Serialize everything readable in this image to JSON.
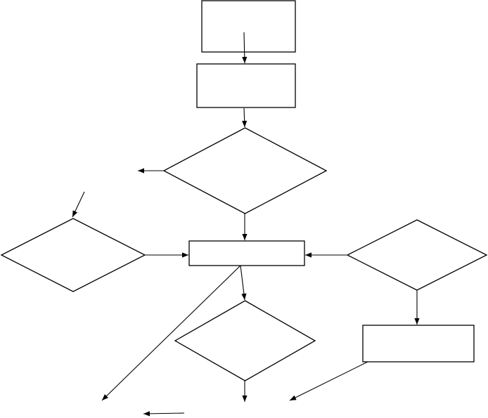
{
  "diagram": {
    "colors": {
      "stroke": "#000000",
      "fill": "#ffffff",
      "background": "#ffffff"
    },
    "nodes": [
      {
        "id": "box-top",
        "shape": "rectangle",
        "text": ""
      },
      {
        "id": "box-second",
        "shape": "rectangle",
        "text": ""
      },
      {
        "id": "decision-top",
        "shape": "diamond",
        "text": ""
      },
      {
        "id": "decision-left",
        "shape": "diamond",
        "text": ""
      },
      {
        "id": "box-center",
        "shape": "rectangle",
        "text": ""
      },
      {
        "id": "decision-right",
        "shape": "diamond",
        "text": ""
      },
      {
        "id": "decision-bottom",
        "shape": "diamond",
        "text": ""
      },
      {
        "id": "box-right-lower",
        "shape": "rectangle",
        "text": ""
      }
    ],
    "edges": [
      {
        "id": "edge-inside-top-box",
        "from": "box-top",
        "to": "box-second"
      },
      {
        "id": "edge-second-to-decision-top",
        "from": "box-second",
        "to": "decision-top"
      },
      {
        "id": "edge-decision-top-to-left-exit",
        "from": "decision-top",
        "to": ""
      },
      {
        "id": "edge-decision-top-to-center",
        "from": "decision-top",
        "to": "box-center"
      },
      {
        "id": "edge-incoming-to-decision-left",
        "from": "",
        "to": "decision-left"
      },
      {
        "id": "edge-decision-left-to-center",
        "from": "decision-left",
        "to": "box-center"
      },
      {
        "id": "edge-decision-right-to-center",
        "from": "decision-right",
        "to": "box-center"
      },
      {
        "id": "edge-decision-right-to-box-right-lower",
        "from": "decision-right",
        "to": "box-right-lower"
      },
      {
        "id": "edge-center-to-decision-bottom",
        "from": "box-center",
        "to": "decision-bottom"
      },
      {
        "id": "edge-center-to-bottom-left-exit",
        "from": "box-center",
        "to": ""
      },
      {
        "id": "edge-decision-bottom-to-bottom-exit",
        "from": "decision-bottom",
        "to": ""
      },
      {
        "id": "edge-box-right-lower-to-bottom-exit",
        "from": "box-right-lower",
        "to": ""
      },
      {
        "id": "edge-loose-bottom-arrow",
        "from": "",
        "to": ""
      }
    ]
  }
}
